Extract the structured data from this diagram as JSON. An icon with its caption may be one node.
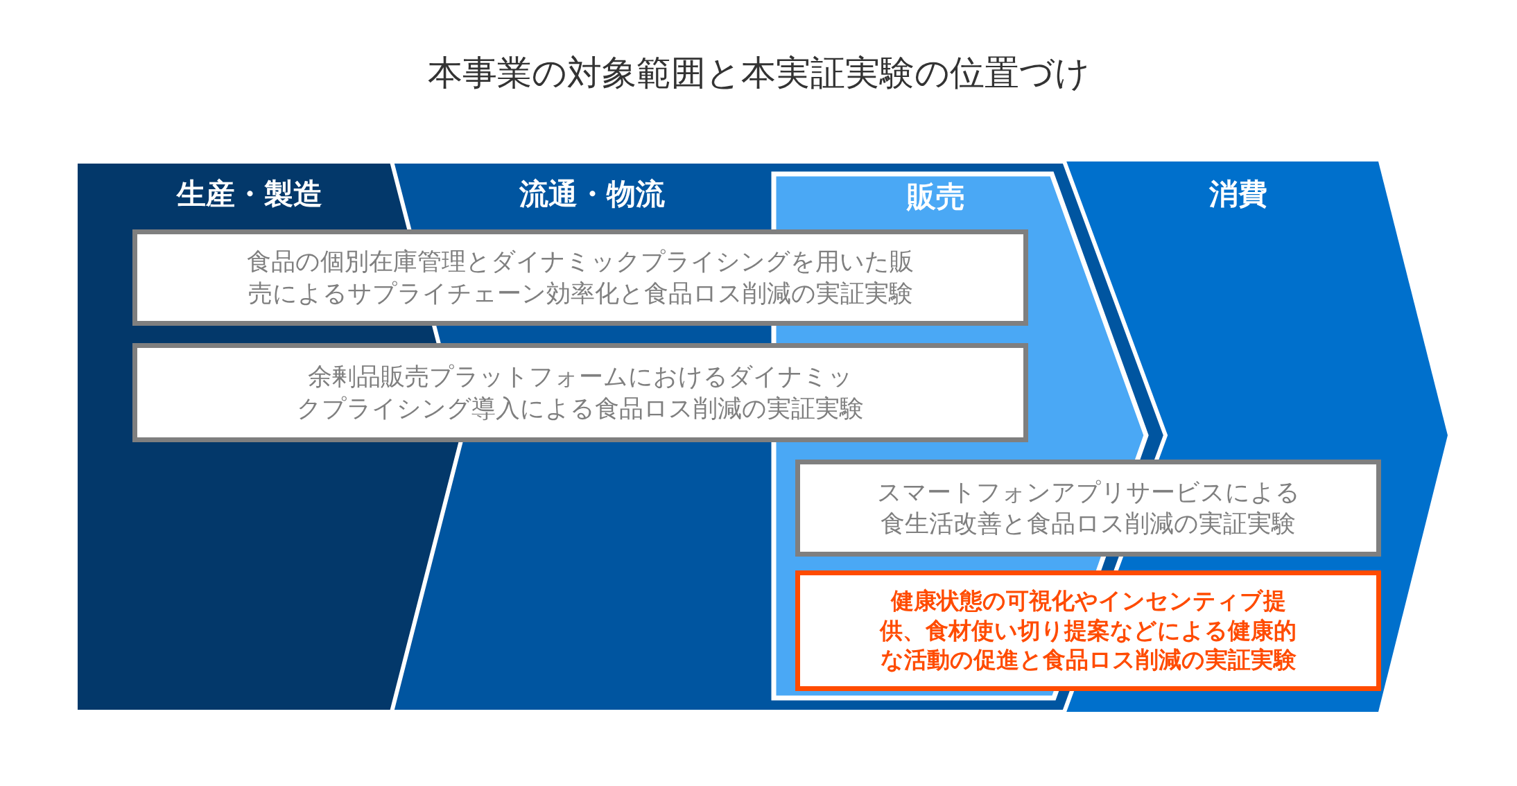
{
  "diagram": {
    "title": "本事業の対象範囲と本実証実験の位置づけ",
    "nodes": [
      {
        "text": [
          "生産・製造"
        ]
      },
      {
        "text": [
          "流通・物流"
        ]
      },
      {
        "text": [
          "販売"
        ],
        "in": 1
      },
      {
        "text": [
          "消費"
        ]
      },
      {
        "text": [
          "食品の個別在庫管理とダイナミックプライシングを用いた販売によるサプライチェーン効率化と食品ロス削減の実証実験"
        ]
      },
      {
        "text": [
          "余剰品販売プラットフォームにおけるダイナミックプライシング導入による食品ロス削減の実証実験"
        ]
      },
      {
        "text": [
          "スマートフォンアプリサービスによる食生活改善と食品ロス削減の実証実験"
        ]
      },
      {
        "text": [
          "健康状態の可視化やインセンティブ提供、食材使い切り提案などによる健康的な活動の促進と食品ロス削減の実証実験"
        ]
      }
    ],
    "edges": []
  }
}
